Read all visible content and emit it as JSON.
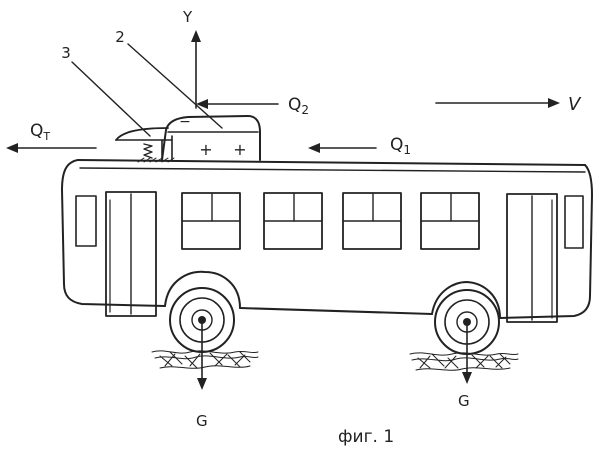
{
  "labels": {
    "force_y": "Y",
    "velocity": "V",
    "force_q2": "Q",
    "force_q2_sub": "2",
    "force_q1": "Q",
    "force_q1_sub": "1",
    "force_qt": "Q",
    "force_qt_sub": "T",
    "part_2": "2",
    "part_3": "3",
    "weight_front": "G",
    "weight_rear": "G",
    "caption": "фиг. 1",
    "plus_1": "+",
    "plus_2": "+",
    "minus": "−"
  }
}
